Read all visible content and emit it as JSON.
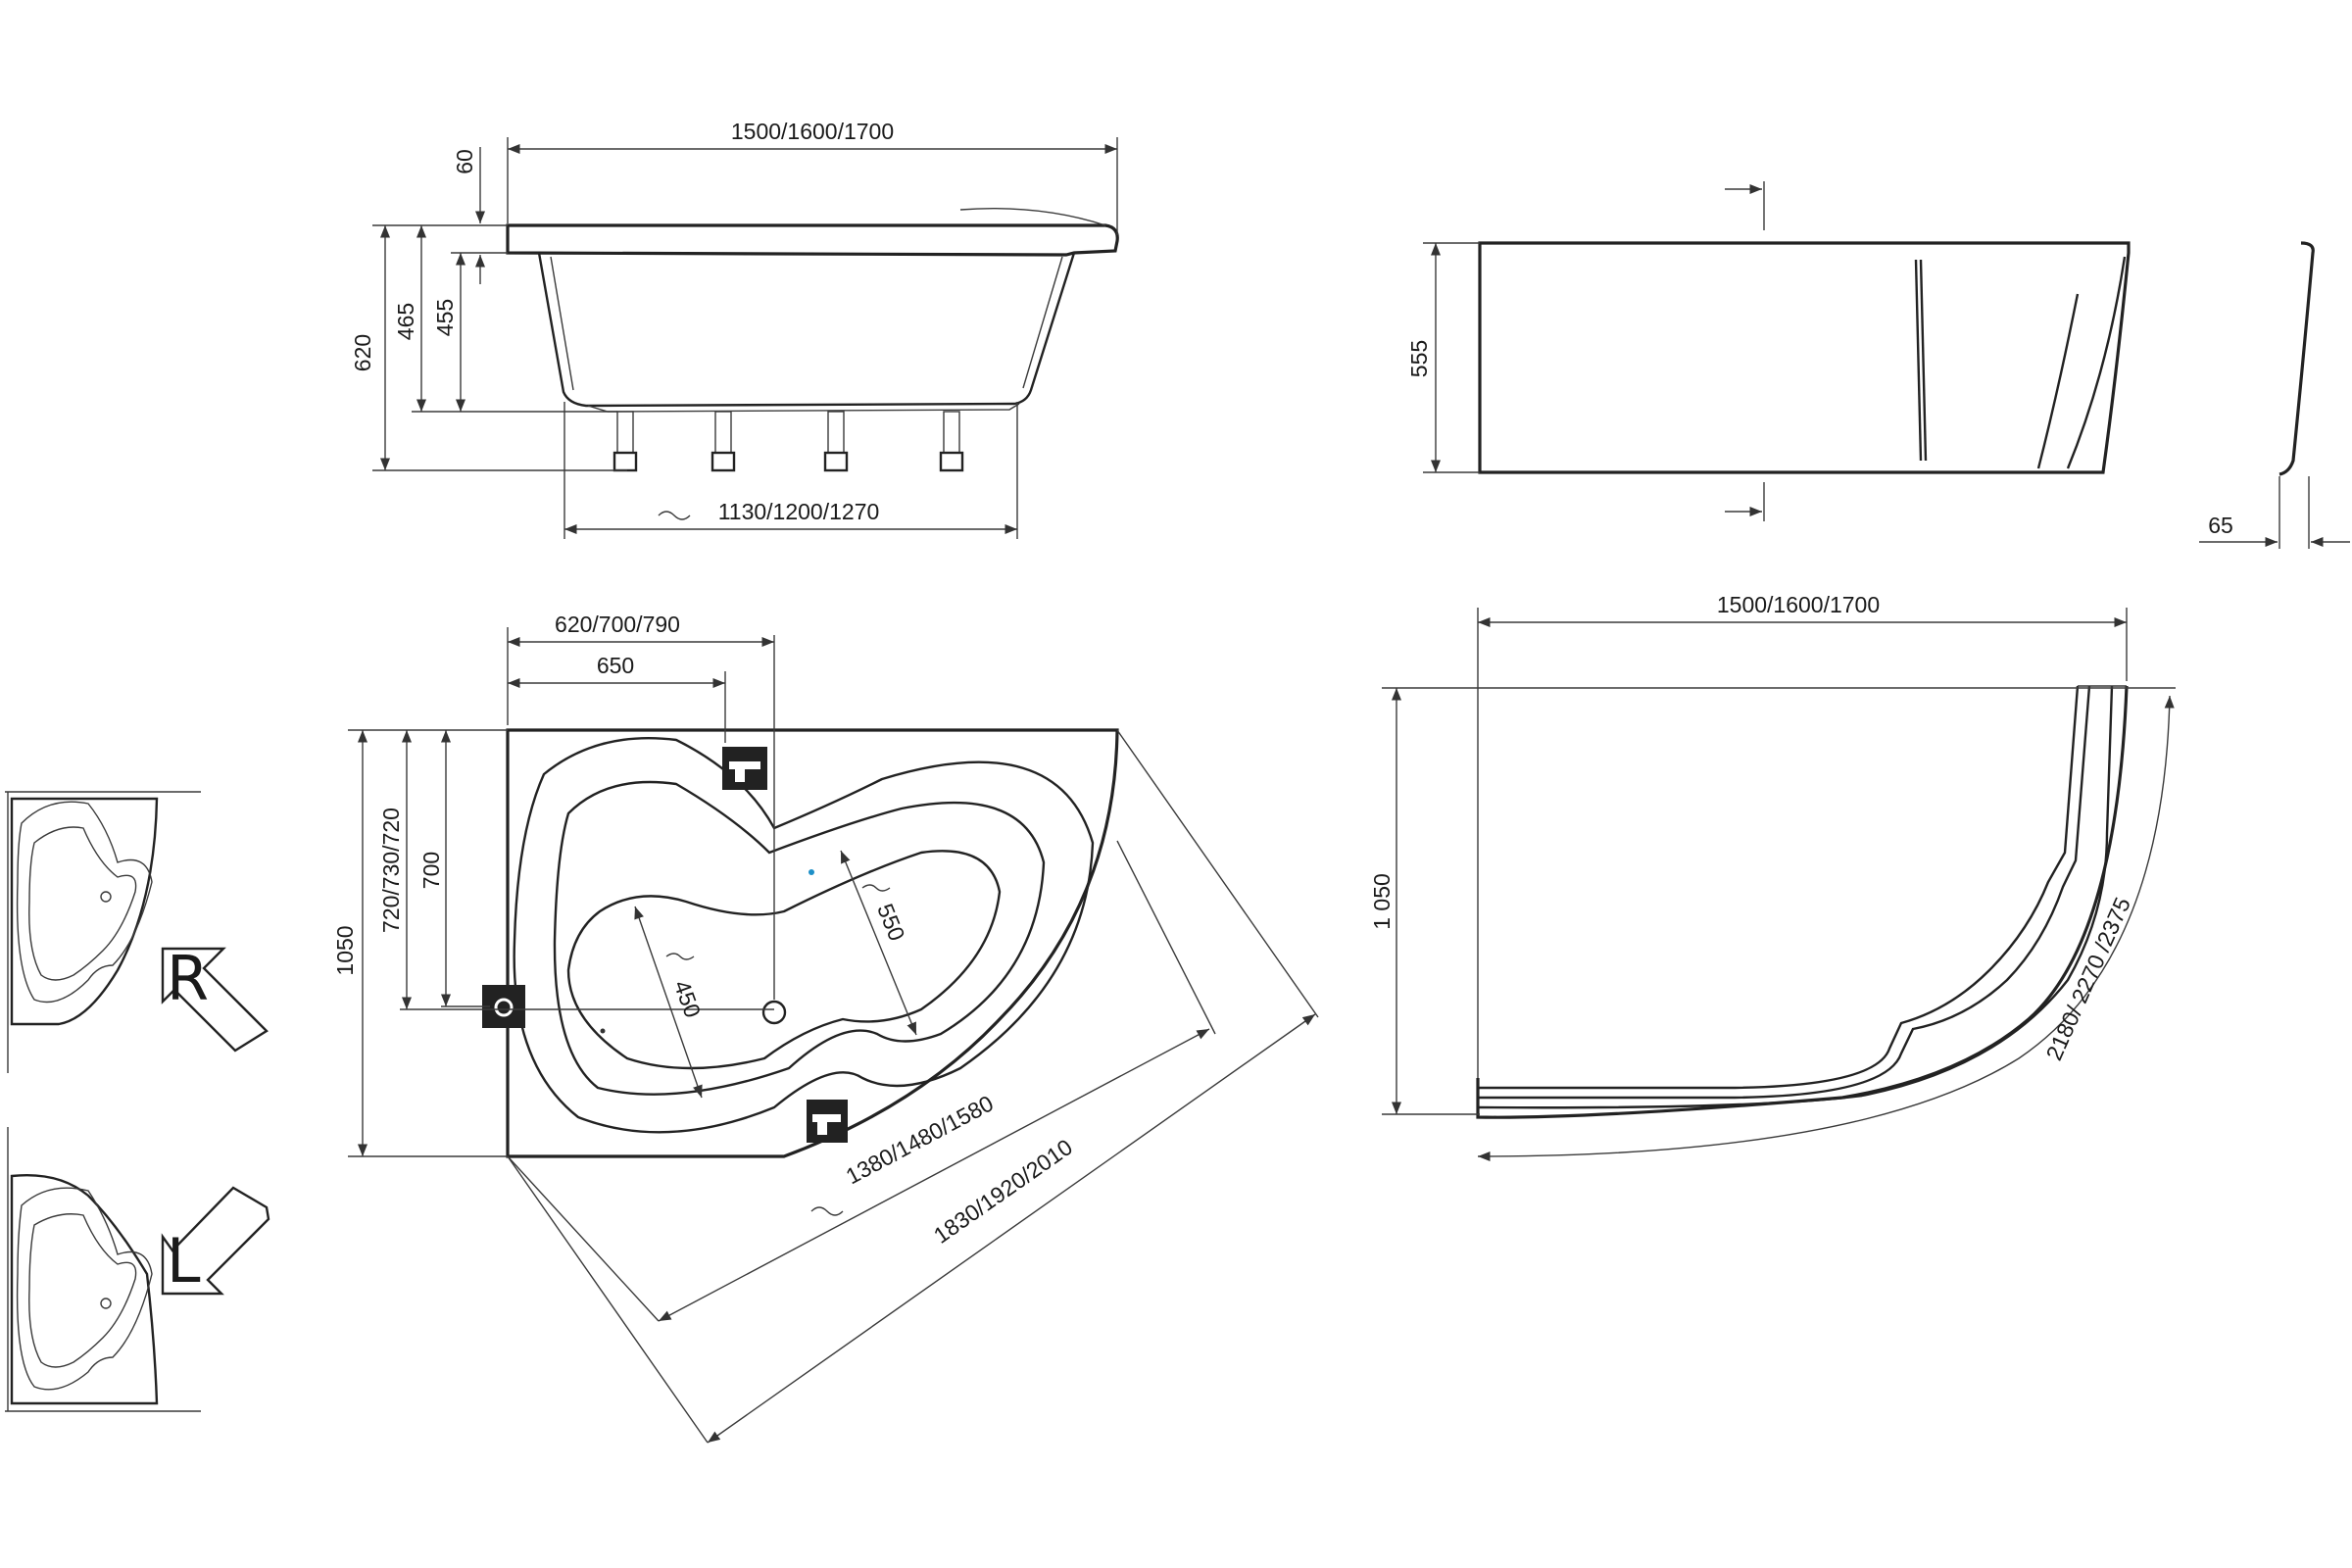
{
  "colors": {
    "line": "#222222",
    "dim": "#3a3a3a",
    "accent": "#1e90c8",
    "fill": "#ffffff"
  },
  "side_view": {
    "width_label": "1500/1600/1700",
    "rim_label": "60",
    "total_height_label": "620",
    "height_465": "465",
    "height_455": "455",
    "leg_span_label": "1130/1200/1270"
  },
  "panel_front": {
    "height_label": "555"
  },
  "panel_side": {
    "thickness_label": "65"
  },
  "top_view": {
    "width_top_label": "620/700/790",
    "width_650_label": "650",
    "depth_left_label": "720/730/720",
    "depth_700_label": "700",
    "depth_1050_label": "1050",
    "len_550_label": "550",
    "len_450_label": "450",
    "diag_inner_label": "1380/1480/1580",
    "diag_outer_label": "1830/1920/2010"
  },
  "panel_top": {
    "width_label": "1500/1600/1700",
    "depth_label": "1 050",
    "arc_label": "2180/ 2270 /2375"
  },
  "orientation": {
    "right_letter": "R",
    "left_letter": "L"
  },
  "icons": [
    "faucet-icon",
    "drain-icon",
    "overflow-icon",
    "arrow-icon"
  ]
}
